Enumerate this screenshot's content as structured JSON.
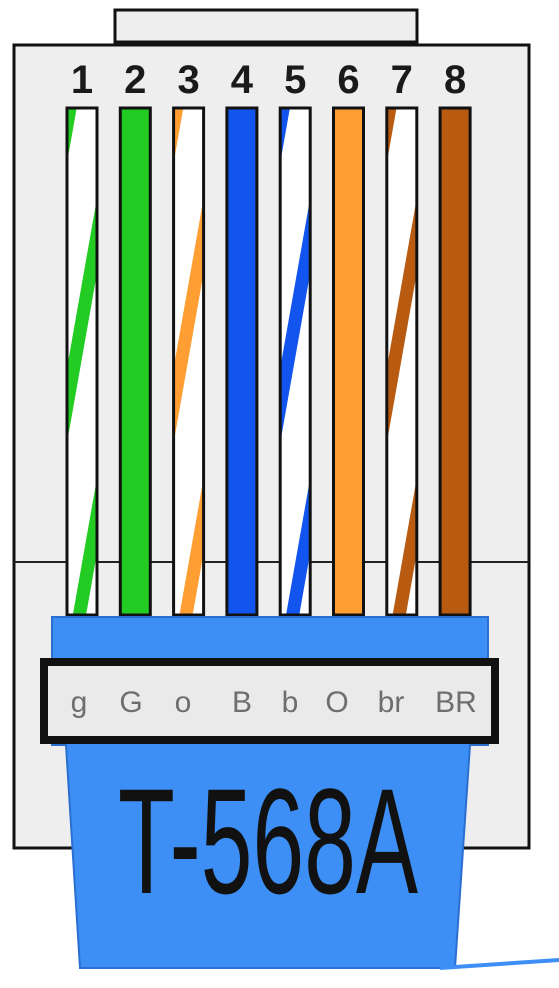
{
  "standard": {
    "title": "T-568A"
  },
  "wires": [
    {
      "pin": "1",
      "code": "g",
      "color": "#22cc22",
      "striped": true
    },
    {
      "pin": "2",
      "code": "G",
      "color": "#22cc22",
      "striped": false
    },
    {
      "pin": "3",
      "code": "o",
      "color": "#ff9f33",
      "striped": true
    },
    {
      "pin": "4",
      "code": "B",
      "color": "#1155ee",
      "striped": false
    },
    {
      "pin": "5",
      "code": "b",
      "color": "#1155ee",
      "striped": true
    },
    {
      "pin": "6",
      "code": "O",
      "color": "#ff9f33",
      "striped": false
    },
    {
      "pin": "7",
      "code": "br",
      "color": "#b85a10",
      "striped": true
    },
    {
      "pin": "8",
      "code": "BR",
      "color": "#b85a10",
      "striped": false
    }
  ],
  "colors": {
    "plug_body": "#eeeeee",
    "jacket": "#3d8ff5",
    "outline": "#111111",
    "label_band": "#eaeaea"
  }
}
